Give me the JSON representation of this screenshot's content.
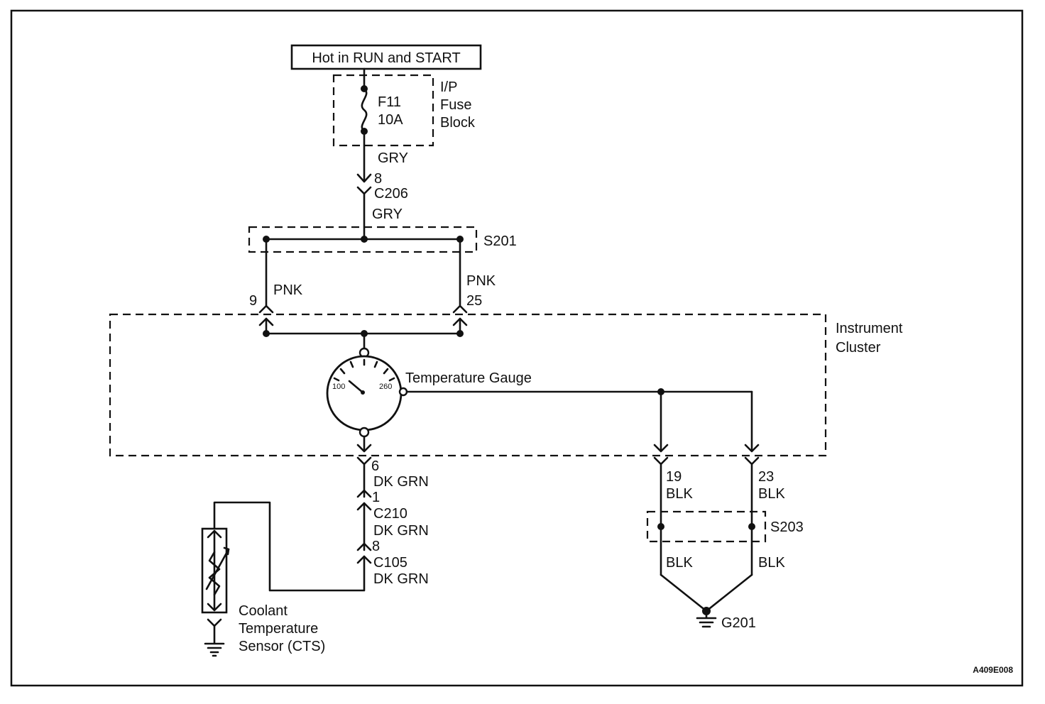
{
  "power_source": {
    "label": "Hot in RUN and START"
  },
  "fuse_block": {
    "fuse_name": "F11",
    "fuse_rating": "10A",
    "label_line1": "I/P",
    "label_line2": "Fuse",
    "label_line3": "Block"
  },
  "wires": {
    "fuse_to_c206": "GRY",
    "c206_to_s201": "GRY",
    "s201_left": "PNK",
    "s201_right": "PNK",
    "gauge_to_c210": "DK GRN",
    "c210_to_c105": "DK GRN",
    "c105_to_sensor": "DK GRN",
    "ground_left_upper": "BLK",
    "ground_right_upper": "BLK",
    "ground_left_lower": "BLK",
    "ground_right_lower": "BLK"
  },
  "connectors": {
    "c206": {
      "name": "C206",
      "pin": "8"
    },
    "cluster_pin_left": "9",
    "cluster_pin_right": "25",
    "cluster_pin_gauge": "6",
    "c210": {
      "name": "C210",
      "pin": "1"
    },
    "c105": {
      "name": "C105",
      "pin": "8"
    },
    "cluster_pin_gnd_left": "19",
    "cluster_pin_gnd_right": "23"
  },
  "splices": {
    "s201": "S201",
    "s203": "S203"
  },
  "instrument_cluster": {
    "label_line1": "Instrument",
    "label_line2": "Cluster"
  },
  "gauge": {
    "label": "Temperature Gauge",
    "scale_min": "100",
    "scale_max": "260"
  },
  "sensor": {
    "label_line1": "Coolant",
    "label_line2": "Temperature",
    "label_line3": "Sensor (CTS)"
  },
  "ground": {
    "name": "G201"
  },
  "figure_code": "A409E008"
}
